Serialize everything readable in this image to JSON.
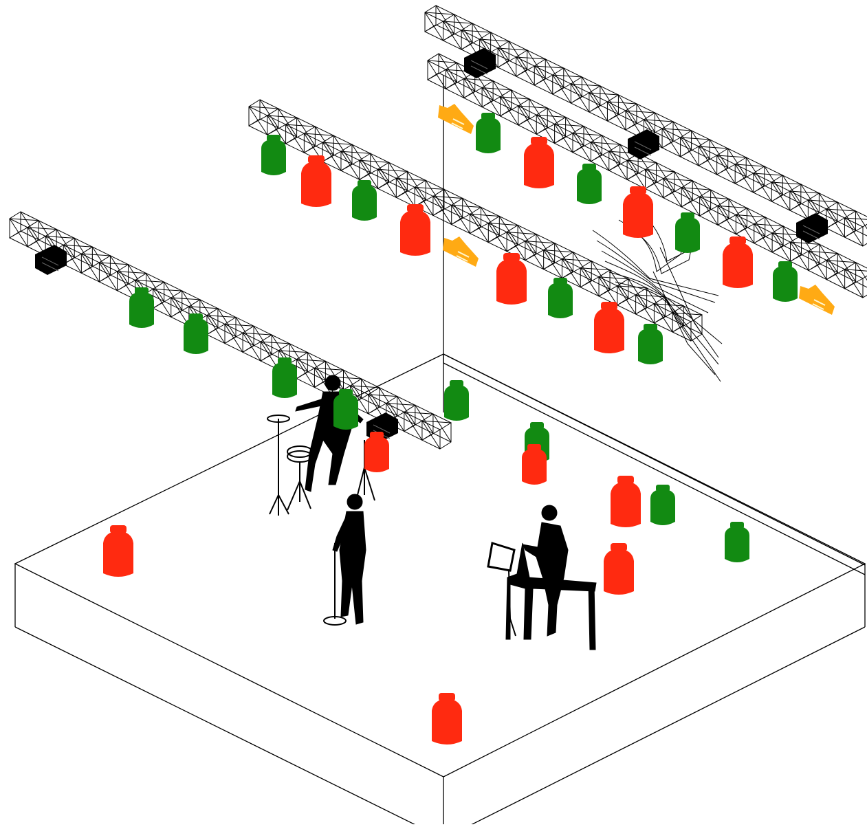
{
  "colors": {
    "background": "#ffffff",
    "line": "#000000",
    "fixture_red": "#ff2a10",
    "fixture_green": "#128a12",
    "fixture_orange": "#ffaa14",
    "fixture_black": "#000000",
    "silhouette": "#000000"
  },
  "legend_icon_names": [
    "stage-platform",
    "lighting-truss",
    "spotlight-red",
    "spotlight-green",
    "moving-head-orange",
    "moving-head-black",
    "drummer-silhouette",
    "singer-silhouette",
    "keyboardist-silhouette",
    "cable-bundle"
  ],
  "fixtures": [
    {
      "id": "t1-black-1",
      "color": "black"
    },
    {
      "id": "t1-green-1",
      "color": "green"
    },
    {
      "id": "t1-green-2",
      "color": "green"
    },
    {
      "id": "t1-green-3",
      "color": "green"
    },
    {
      "id": "t1-green-4",
      "color": "green"
    },
    {
      "id": "t1-black-2",
      "color": "black"
    },
    {
      "id": "t1-red-1",
      "color": "red"
    },
    {
      "id": "t2-green-1",
      "color": "green"
    },
    {
      "id": "t2-red-1",
      "color": "red"
    },
    {
      "id": "t2-green-2",
      "color": "green"
    },
    {
      "id": "t2-red-2",
      "color": "red"
    },
    {
      "id": "t2-orange-1",
      "color": "orange"
    },
    {
      "id": "t2-red-3",
      "color": "red"
    },
    {
      "id": "t2-green-3",
      "color": "green"
    },
    {
      "id": "t2-red-4",
      "color": "red"
    },
    {
      "id": "t2-green-4",
      "color": "green"
    },
    {
      "id": "t3-orange-1",
      "color": "orange"
    },
    {
      "id": "t3-green-1",
      "color": "green"
    },
    {
      "id": "t3-red-1",
      "color": "red"
    },
    {
      "id": "t3-green-2",
      "color": "green"
    },
    {
      "id": "t3-red-2",
      "color": "red"
    },
    {
      "id": "t3-green-3",
      "color": "green"
    },
    {
      "id": "t3-red-3",
      "color": "red"
    },
    {
      "id": "t3-green-4",
      "color": "green"
    },
    {
      "id": "t3-orange-2",
      "color": "orange"
    },
    {
      "id": "t4-black-1",
      "color": "black"
    },
    {
      "id": "t4-black-2",
      "color": "black"
    },
    {
      "id": "t4-black-3",
      "color": "black"
    },
    {
      "id": "floor-green-1",
      "color": "green"
    },
    {
      "id": "floor-green-2",
      "color": "green"
    },
    {
      "id": "floor-red-1",
      "color": "red"
    },
    {
      "id": "floor-red-2",
      "color": "red"
    },
    {
      "id": "floor-green-3",
      "color": "green"
    },
    {
      "id": "floor-green-4",
      "color": "green"
    },
    {
      "id": "floor-red-3",
      "color": "red"
    },
    {
      "id": "floor-red-4",
      "color": "red"
    },
    {
      "id": "floor-red-5",
      "color": "red"
    }
  ]
}
